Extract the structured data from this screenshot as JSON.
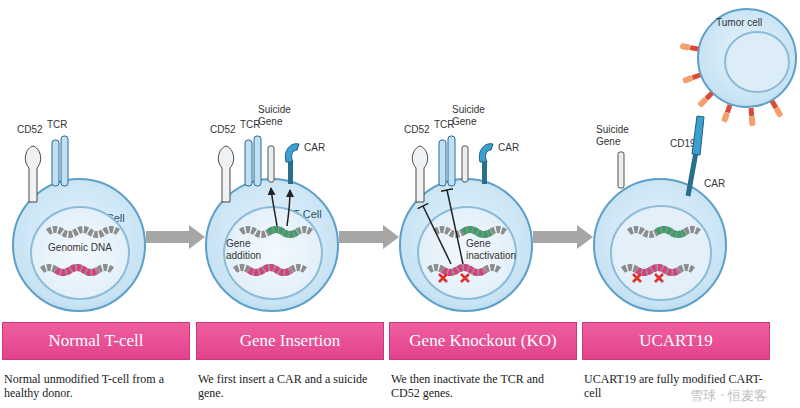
{
  "diagram": {
    "nodes": [
      {
        "text": [
          "CD52",
          "TCR",
          "T-Cell"
        ]
      },
      {
        "text": [
          "Genomic DNA"
        ],
        "in": 0
      },
      {
        "text": [
          "CD52",
          "TCR",
          "Suicide Gene",
          "CAR",
          "T-Cell"
        ]
      },
      {
        "text": [
          "Gene addition"
        ],
        "in": 2
      },
      {
        "text": [
          "CD52",
          "TCR",
          "Suicide Gene",
          "CAR"
        ]
      },
      {
        "text": [
          "Gene inactivation"
        ],
        "in": 4
      },
      {
        "text": [
          "Tumor cell",
          "CD19"
        ]
      },
      {
        "text": [
          "Suicide Gene",
          "CAR"
        ]
      },
      {
        "text": [
          "Normal T-cell"
        ]
      },
      {
        "text": [
          "Gene Insertion"
        ]
      },
      {
        "text": [
          "Gene Knockout (KO)"
        ]
      },
      {
        "text": [
          "UCART19"
        ]
      }
    ],
    "edges": [
      {
        "from": 0,
        "to": 2,
        "arrow": "to"
      },
      {
        "from": 2,
        "to": 4,
        "arrow": "to"
      },
      {
        "from": 4,
        "to": 7,
        "arrow": "to"
      }
    ],
    "labels": [
      "Normal unmodified T-cell from a healthy donor.",
      "We first insert a CAR and a suicide gene.",
      "We then inactivate the TCR and CD52 genes.",
      "UCART19 are fully modified CART-cell",
      "雪球 · 恒麦客"
    ]
  }
}
